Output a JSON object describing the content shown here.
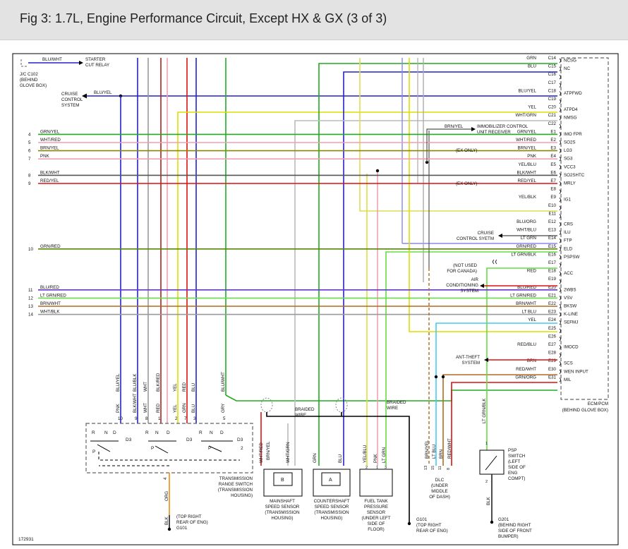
{
  "title": "Fig 3: 1.7L, Engine Performance Circuit, Except HX & GX (3 of 3)",
  "diagram_id": "172931",
  "colors": {
    "BLU": "#2222cc",
    "GRN": "#22aa22",
    "RED": "#dd1111",
    "YEL": "#dddd00",
    "PNK": "#f0a0b0",
    "WHT": "#bbbbbb",
    "BRN": "#b06a20",
    "BLK": "#222222",
    "LTGRN": "#66dd44",
    "LTBLU": "#44ccee",
    "ORG": "#ee8a10",
    "GRY": "#a0a0a0"
  },
  "top_left": {
    "connector": "BLU/WHT",
    "relay": [
      "STARTER",
      "CUT RELAY"
    ],
    "jc": [
      "J/C C102",
      "(BEHIND",
      "GLOVE BOX)"
    ],
    "cruise": [
      "CRUISE",
      "CONTROL",
      "SYSTEM"
    ],
    "cruise_wire": "BLU/YEL"
  },
  "ecm": {
    "label": [
      "ECM/PCM",
      "(BEHIND GLOVE BOX)"
    ],
    "pins": [
      {
        "wire": "GRN",
        "pin": "C14",
        "name": "NCSG"
      },
      {
        "wire": "BLU",
        "pin": "C15",
        "name": "NC"
      },
      {
        "wire": "",
        "pin": "C16",
        "name": ""
      },
      {
        "wire": "",
        "pin": "C17",
        "name": ""
      },
      {
        "wire": "BLU/YEL",
        "pin": "C18",
        "name": "ATPFWD"
      },
      {
        "wire": "",
        "pin": "C19",
        "name": ""
      },
      {
        "wire": "YEL",
        "pin": "C20",
        "name": "ATPD4"
      },
      {
        "wire": "WHT/GRN",
        "pin": "C21",
        "name": "NMSG"
      },
      {
        "wire": "",
        "pin": "C22",
        "name": ""
      },
      {
        "wire": "GRN/YEL",
        "pin": "E1",
        "name": "IMO FPR"
      },
      {
        "wire": "WHT/RED",
        "pin": "E2",
        "name": "SO2S"
      },
      {
        "wire": "BRN/YEL",
        "pin": "E3",
        "name": "LG3"
      },
      {
        "wire": "PNK",
        "pin": "E4",
        "name": "SG3"
      },
      {
        "wire": "YEL/BLU",
        "pin": "E5",
        "name": "VCC3"
      },
      {
        "wire": "BLK/WHT",
        "pin": "E6",
        "name": "SO2SHTC"
      },
      {
        "wire": "RED/YEL",
        "pin": "E7",
        "name": "MRLY"
      },
      {
        "wire": "",
        "pin": "E8",
        "name": ""
      },
      {
        "wire": "YEL/BLK",
        "pin": "E9",
        "name": "IG1"
      },
      {
        "wire": "",
        "pin": "E10",
        "name": ""
      },
      {
        "wire": "",
        "pin": "E11",
        "name": ""
      },
      {
        "wire": "BLU/ORG",
        "pin": "E12",
        "name": "CRS"
      },
      {
        "wire": "WHT/BLU",
        "pin": "E13",
        "name": "ILU"
      },
      {
        "wire": "LT GRN",
        "pin": "E14",
        "name": "FTP"
      },
      {
        "wire": "GRN/RED",
        "pin": "E15",
        "name": "ELD"
      },
      {
        "wire": "LT GRN/BLK",
        "pin": "E16",
        "name": "PSPSW"
      },
      {
        "wire": "",
        "pin": "E17",
        "name": ""
      },
      {
        "wire": "RED",
        "pin": "E18",
        "name": "ACC"
      },
      {
        "wire": "",
        "pin": "E19",
        "name": ""
      },
      {
        "wire": "BLU/RED",
        "pin": "E20",
        "name": "2WBS"
      },
      {
        "wire": "LT GRN/RED",
        "pin": "E21",
        "name": "VSV"
      },
      {
        "wire": "BRN/WHT",
        "pin": "E22",
        "name": "BKSW"
      },
      {
        "wire": "LT BLU",
        "pin": "E23",
        "name": "K-LINE"
      },
      {
        "wire": "YEL",
        "pin": "E24",
        "name": "SEFMJ"
      },
      {
        "wire": "",
        "pin": "E25",
        "name": ""
      },
      {
        "wire": "",
        "pin": "E26",
        "name": ""
      },
      {
        "wire": "RED/BLU",
        "pin": "E27",
        "name": "IMOCD"
      },
      {
        "wire": "",
        "pin": "E28",
        "name": ""
      },
      {
        "wire": "BRN",
        "pin": "E29",
        "name": "SCS"
      },
      {
        "wire": "RED/WHT",
        "pin": "E30",
        "name": "WEN INPUT"
      },
      {
        "wire": "GRN/ORG",
        "pin": "E31",
        "name": "MIL"
      }
    ]
  },
  "left_feeds": [
    {
      "num": "4",
      "wire": "GRN/YEL"
    },
    {
      "num": "5",
      "wire": "WHT/RED"
    },
    {
      "num": "6",
      "wire": "BRN/YEL"
    },
    {
      "num": "7",
      "wire": "PNK"
    },
    {
      "num": "8",
      "wire": "BLK/WHT"
    },
    {
      "num": "9",
      "wire": "RED/YEL"
    },
    {
      "num": "10",
      "wire": "GRN/RED"
    },
    {
      "num": "11",
      "wire": "BLU/RED"
    },
    {
      "num": "12",
      "wire": "LT GRN/RED"
    },
    {
      "num": "13",
      "wire": "BRN/WHT"
    },
    {
      "num": "14",
      "wire": "WHT/BLK"
    }
  ],
  "notes": {
    "immobilizer": [
      "IMMOBILIZER CONTROL",
      "UNIT RECEIVER"
    ],
    "immobilizer_wire": "BRN/YEL",
    "ex_only_1": "(EX ONLY)",
    "ex_only_2": "(EX ONLY)",
    "cruise_systm": [
      "CRUISE",
      "CONTROL SYETM"
    ],
    "not_used": [
      "(NOT USED",
      "FOR CANADA)"
    ],
    "air_cond": [
      "AIR",
      "CONDITIONING",
      "SYSTEM"
    ],
    "anti_theft": [
      "ANT-THEFT",
      "SYSTEM"
    ]
  },
  "trs": {
    "pins_top": [
      "10",
      "9",
      "8",
      "1",
      "2",
      "7",
      "3",
      "5"
    ],
    "wire_labels_top": [
      "BLU/YEL",
      "BLU/BLK",
      "WHT",
      "BLK/RED",
      "YEL",
      "RED",
      "BLU",
      "BLU/WHT"
    ],
    "wire_labels_bottom": [
      "PNK",
      "BLK/WHT",
      "WHT",
      "RED",
      "YEL",
      "GRN",
      "BLU",
      "GRY"
    ],
    "positions": [
      "R",
      "N",
      "D",
      "P",
      "D3",
      "2"
    ],
    "bottom_wire": "ORG",
    "bottom_pin": "4",
    "ground_wire": "BLK",
    "label": [
      "TRANSMISSION",
      "RANGE SWITCH",
      "(TRANSMISSION",
      "HOUSING)"
    ],
    "ground": [
      "(TOP RIGHT",
      "REAR OF ENG)",
      "G101"
    ]
  },
  "sensors": {
    "braided1": [
      "BRAIDED",
      "WIRE"
    ],
    "braided2": [
      "BRAIDED",
      "WIRE"
    ],
    "mainshaft": {
      "letter": "B",
      "wires": [
        "WHT/RED",
        "WHT/GRN"
      ],
      "label": [
        "MAINSHAFT",
        "SPEED SENSOR",
        "(TRANSMISSION",
        "HOUSING)"
      ]
    },
    "countershaft": {
      "letter": "A",
      "wires": [
        "GRN",
        "BLU"
      ],
      "label": [
        "COUNTERSHAFT",
        "SPEED SENSOR",
        "(TRANSMISSION",
        "HOUSING)"
      ]
    },
    "fuel_tank": {
      "wires": [
        "YEL/BLU",
        "PNK",
        "LT GRN"
      ],
      "pins": [
        "2",
        "1",
        "3"
      ],
      "label": [
        "FUEL TANK",
        "PRESSURE",
        "SENSOR",
        "(UNDER LEFT",
        "SIDE OF",
        "FLOOR)"
      ]
    },
    "g101_wire": "BRN/YEL",
    "g101": [
      "G101",
      "(TOP RIGHT",
      "REAR OF ENG)"
    ],
    "dlc": {
      "wires": [
        "BRN/YEL",
        "LT BLU",
        "BRN",
        "RED/WHT"
      ],
      "pins": [
        "13",
        "15",
        "11",
        "8"
      ],
      "label": [
        "DLC",
        "(UNDER",
        "MIDDLE",
        "OF DASH)"
      ]
    },
    "psp": {
      "top_wire": "LT GRN/BLK",
      "bottom_wire": "BLK",
      "pins": [
        "1",
        "2"
      ],
      "label": [
        "PSP",
        "SWITCH",
        "(LEFT",
        "SIDE OF",
        "ENG",
        "COMPT)"
      ]
    },
    "g201": [
      "G201",
      "(BEHIND RIGHT",
      "SIDE OF FRONT",
      "BUMPER)"
    ]
  }
}
